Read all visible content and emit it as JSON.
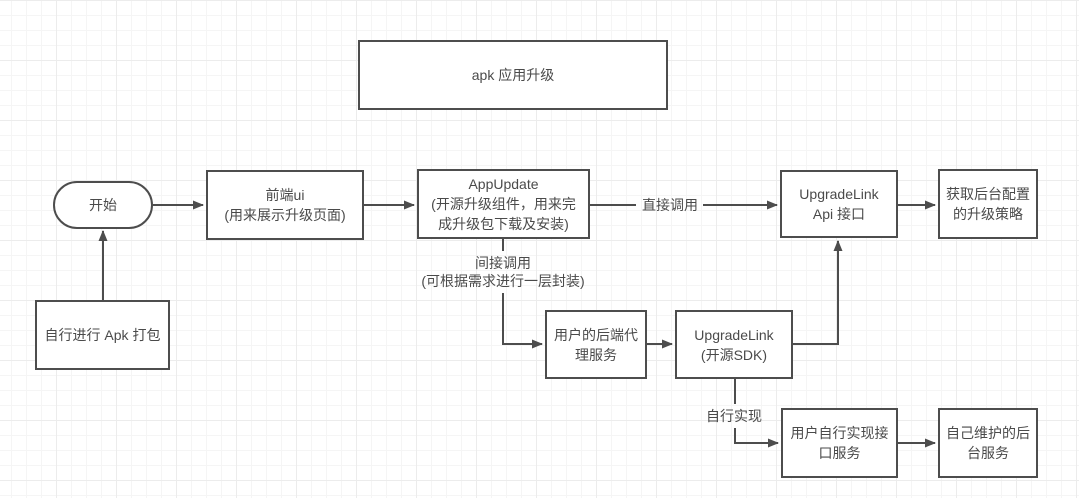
{
  "diagram": {
    "title": "apk 应用升级",
    "nodes": {
      "start": "开始",
      "apk_package": "自行进行 Apk 打包",
      "frontend_ui": "前端ui\n(用来展示升级页面)",
      "app_update": "AppUpdate\n(开源升级组件，用来完\n成升级包下载及安装)",
      "upgradelink_api": "UpgradeLink\nApi 接口",
      "fetch_strategy": "获取后台配置\n的升级策略",
      "backend_proxy": "用户的后端代\n理服务",
      "upgradelink_sdk": "UpgradeLink\n(开源SDK)",
      "user_impl": "用户自行实现接\n口服务",
      "self_backend": "自己维护的后\n台服务"
    },
    "edge_labels": {
      "direct_call": "直接调用",
      "indirect_call": "间接调用\n(可根据需求进行一层封装)",
      "self_implement": "自行实现"
    },
    "colors": {
      "stroke": "#4d4d4d",
      "text": "#4a4a4a",
      "node_fill": "#ffffff",
      "grid_minor": "#f5f5f5",
      "grid_major": "#ececec"
    }
  }
}
